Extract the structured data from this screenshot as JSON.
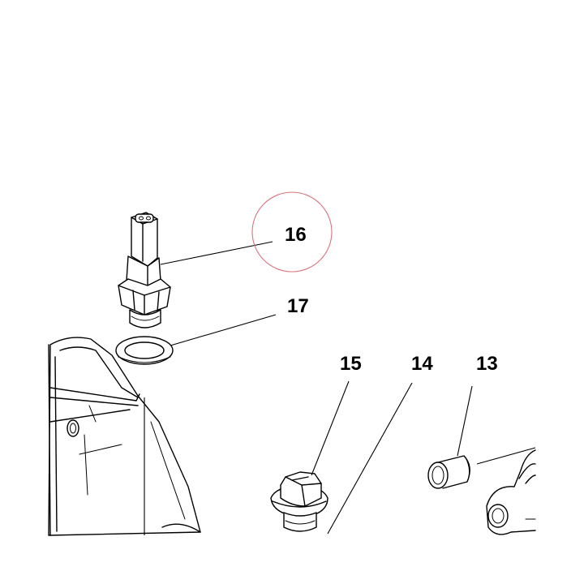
{
  "diagram": {
    "callouts": [
      {
        "id": "16",
        "label": "16",
        "part": "temperature-sensor"
      },
      {
        "id": "17",
        "label": "17",
        "part": "sealing-washer"
      },
      {
        "id": "15",
        "label": "15",
        "part": "drain-plug"
      },
      {
        "id": "14",
        "label": "14",
        "part": "plug-seat"
      },
      {
        "id": "13",
        "label": "13",
        "part": "dowel-sleeve"
      }
    ],
    "highlighted_callout": "16",
    "colors": {
      "line": "#000000",
      "background": "#ffffff",
      "highlight": "#d9737c"
    }
  }
}
